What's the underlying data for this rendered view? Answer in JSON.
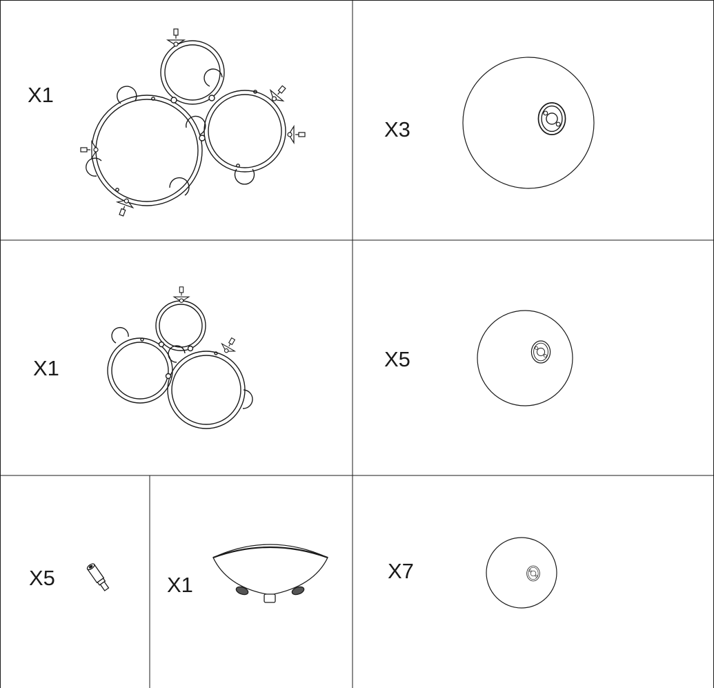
{
  "parts": [
    {
      "id": "large-triple-ring-frame",
      "quantity": "X1"
    },
    {
      "id": "large-glass-shade",
      "quantity": "X3"
    },
    {
      "id": "small-triple-ring-frame",
      "quantity": "X1"
    },
    {
      "id": "medium-glass-shade",
      "quantity": "X5"
    },
    {
      "id": "socket-pin",
      "quantity": "X5"
    },
    {
      "id": "ceiling-canopy",
      "quantity": "X1"
    },
    {
      "id": "small-glass-shade",
      "quantity": "X7"
    }
  ],
  "colors": {
    "line": "#1a1a1a",
    "background": "#ffffff"
  }
}
